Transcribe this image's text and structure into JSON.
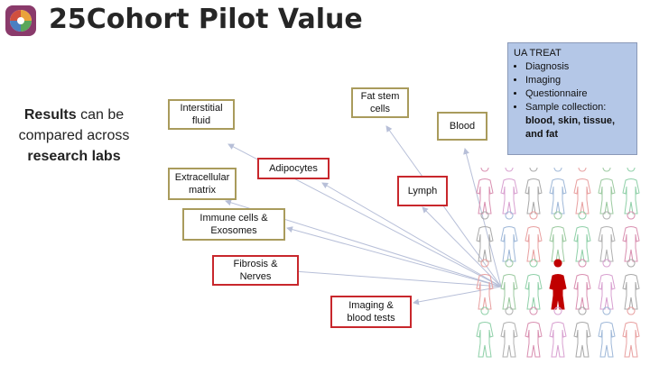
{
  "title": "25Cohort Pilot Value",
  "results": {
    "bold1": "Results",
    "text1": " can be compared across",
    "bold2": "research labs"
  },
  "info": {
    "heading": "UA TREAT",
    "items": [
      "Diagnosis",
      "Imaging",
      "Questionnaire",
      "Sample collection:"
    ],
    "bold_line": "blood, skin, tissue, and fat"
  },
  "boxes": {
    "interstitial": "Interstitial fluid",
    "fat_stem": "Fat stem cells",
    "blood": "Blood",
    "adipocytes": "Adipocytes",
    "lymph": "Lymph",
    "extracellular": "Extracellular matrix",
    "immune": "Immune cells & Exosomes",
    "fibrosis": "Fibrosis & Nerves",
    "imaging": "Imaging & blood tests"
  },
  "colors": {
    "olive_border": "#a99b5c",
    "red_border": "#c8272c",
    "info_bg": "#b4c7e7",
    "arrow": "#b7bfd8",
    "highlight_person": "#c00000"
  }
}
